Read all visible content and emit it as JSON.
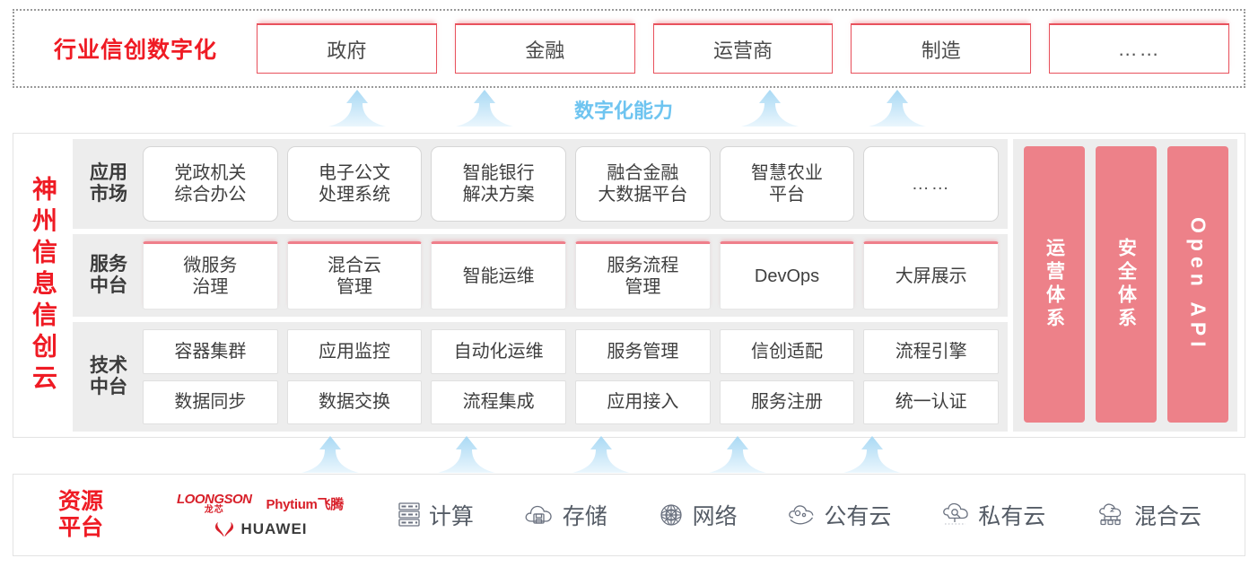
{
  "industry": {
    "title": "行业信创数字化",
    "boxes": [
      {
        "label": "政府",
        "name": "industry-box-government"
      },
      {
        "label": "金融",
        "name": "industry-box-finance"
      },
      {
        "label": "运营商",
        "name": "industry-box-carrier"
      },
      {
        "label": "制造",
        "name": "industry-box-manufacturing"
      },
      {
        "label": "……",
        "name": "industry-box-more"
      }
    ]
  },
  "capability": {
    "label": "数字化能力"
  },
  "cloud": {
    "vertical_title": "神州信息信创云",
    "layers": [
      {
        "key": "app-market",
        "label_line1": "应用",
        "label_line2": "市场",
        "style": "app",
        "cells": [
          "党政机关\n综合办公",
          "电子公文\n处理系统",
          "智能银行\n解决方案",
          "融合金融\n大数据平台",
          "智慧农业\n平台",
          "……"
        ]
      },
      {
        "key": "service-platform",
        "label_line1": "服务",
        "label_line2": "中台",
        "style": "svc",
        "cells": [
          "微服务\n治理",
          "混合云\n管理",
          "智能运维",
          "服务流程\n管理",
          "DevOps",
          "大屏展示"
        ]
      },
      {
        "key": "tech-platform",
        "label_line1": "技术",
        "label_line2": "中台",
        "style": "tech",
        "row1": [
          "容器集群",
          "应用监控",
          "自动化运维",
          "服务管理",
          "信创适配",
          "流程引擎"
        ],
        "row2": [
          "数据同步",
          "数据交换",
          "流程集成",
          "应用接入",
          "服务注册",
          "统一认证"
        ]
      }
    ],
    "side_boxes": [
      {
        "label": "运营体系",
        "name": "side-box-operations",
        "latin": false
      },
      {
        "label": "安全体系",
        "name": "side-box-security",
        "latin": false
      },
      {
        "label": "Open API",
        "name": "side-box-open-api",
        "latin": true
      }
    ]
  },
  "resource": {
    "title_line1": "资源",
    "title_line2": "平台",
    "vendors": [
      {
        "name": "loongson",
        "en": "LOONGSON",
        "cn": "龙芯"
      },
      {
        "name": "phytium",
        "label": "Phytium飞腾"
      },
      {
        "name": "huawei",
        "label": "HUAWEI"
      }
    ],
    "items": [
      {
        "label": "计算",
        "icon": "server-rack-icon"
      },
      {
        "label": "存储",
        "icon": "cloud-storage-icon"
      },
      {
        "label": "网络",
        "icon": "network-mesh-icon"
      },
      {
        "label": "公有云",
        "icon": "public-cloud-icon"
      },
      {
        "label": "私有云",
        "icon": "private-cloud-icon"
      },
      {
        "label": "混合云",
        "icon": "hybrid-cloud-icon"
      }
    ]
  },
  "colors": {
    "brand_red": "#ef1b24",
    "accent_pink": "#ed8189",
    "capability_blue": "#6ec4f0",
    "panel_gray": "#ededed"
  }
}
